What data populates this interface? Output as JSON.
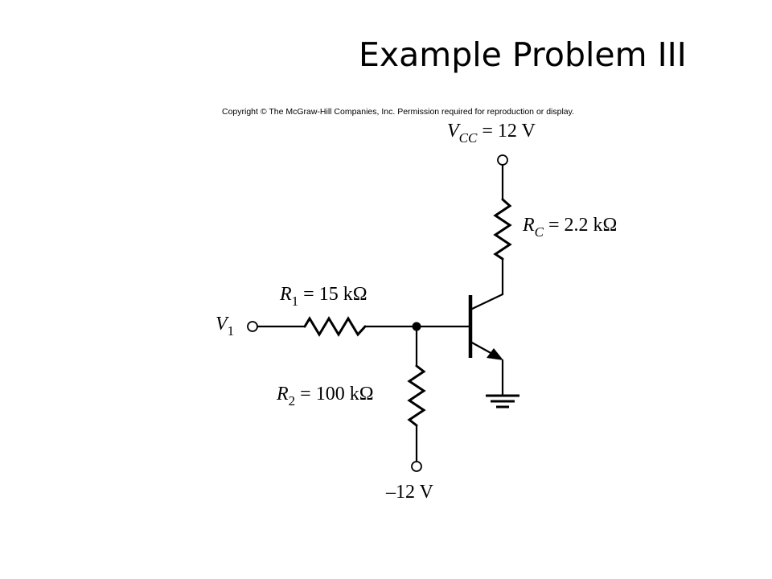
{
  "slide": {
    "title": "Example Problem III",
    "copyright": "Copyright © The McGraw-Hill Companies, Inc. Permission required for reproduction or display."
  },
  "circuit": {
    "vcc": {
      "symbol": "V",
      "subscript": "CC",
      "value": "= 12 V"
    },
    "rc": {
      "symbol": "R",
      "subscript": "C",
      "value": "= 2.2 kΩ"
    },
    "r1": {
      "symbol": "R",
      "subscript": "1",
      "value": "= 15 kΩ"
    },
    "r2": {
      "symbol": "R",
      "subscript": "2",
      "value": "= 100 kΩ"
    },
    "v1": {
      "symbol": "V",
      "subscript": "1"
    },
    "vee": {
      "value": "–12 V"
    }
  }
}
